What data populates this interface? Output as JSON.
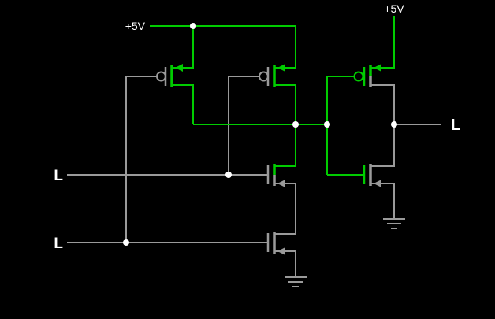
{
  "colors": {
    "background": "#000000",
    "high": "#00cc00",
    "neutral": "#9a9a9a",
    "junction": "#ffffff",
    "text": "#ffffff"
  },
  "labels": {
    "supply_left": "+5V",
    "supply_right": "+5V",
    "input_a": "L",
    "input_b": "L",
    "output": "L"
  },
  "diagram": {
    "type": "circuit-schematic",
    "description": "CMOS NAND gate (two parallel PMOS, two series NMOS) driving a CMOS inverter; both logic inputs are L, output is L",
    "components": [
      {
        "name": "pmos-nand-a",
        "type": "p-channel MOSFET"
      },
      {
        "name": "pmos-nand-b",
        "type": "p-channel MOSFET"
      },
      {
        "name": "nmos-nand-a",
        "type": "n-channel MOSFET"
      },
      {
        "name": "nmos-nand-b",
        "type": "n-channel MOSFET"
      },
      {
        "name": "inverter-pmos",
        "type": "p-channel MOSFET"
      },
      {
        "name": "inverter-nmos",
        "type": "n-channel MOSFET"
      },
      {
        "name": "ground-nand",
        "type": "ground"
      },
      {
        "name": "ground-inverter",
        "type": "ground"
      }
    ]
  }
}
